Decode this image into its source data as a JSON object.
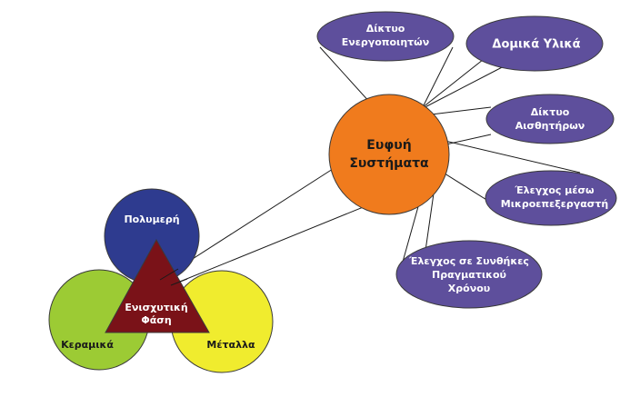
{
  "hub": {
    "line1": "Ευφυή",
    "line2": "Συστήματα",
    "color": "#f07b1d"
  },
  "satellites": [
    {
      "line1": "Δίκτυο",
      "line2": "Ενεργοποιητών",
      "line3": ""
    },
    {
      "line1": "Δομικά Υλικά",
      "line2": "",
      "line3": ""
    },
    {
      "line1": "Δίκτυο",
      "line2": "Αισθητήρων",
      "line3": ""
    },
    {
      "line1": "Έλεγχος μέσω",
      "line2": "Μικροεπεξεργαστή",
      "line3": ""
    },
    {
      "line1": "Έλεγχος σε Συνθήκες",
      "line2": "Πραγματικού",
      "line3": "Χρόνου"
    }
  ],
  "satellite_color": "#5e4f9c",
  "materials": {
    "polymers": {
      "label": "Πολυμερή",
      "color": "#2e3b8f"
    },
    "ceramics": {
      "label": "Κεραμικά",
      "color": "#9ccb34"
    },
    "metals": {
      "label": "Μέταλλα",
      "color": "#f0ec2e"
    }
  },
  "reinforcement": {
    "line1": "Ενισχυτική",
    "line2": "Φάση",
    "color": "#7a1218"
  }
}
